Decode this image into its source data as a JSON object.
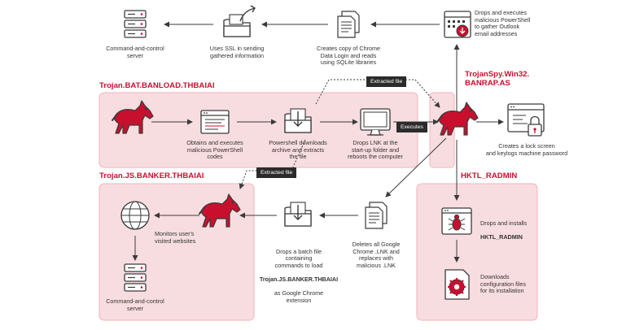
{
  "colors": {
    "accent": "#c8102e",
    "panel_fill": "#f8dde0",
    "panel_stroke": "#f0b3ba",
    "icon_stroke": "#3a3a3a",
    "dark_tag": "#2b2b2b"
  },
  "groups": {
    "bat": "Trojan.BAT.BANLOAD.THBAIAI",
    "js": "Trojan.JS.BANKER.THBAIAI",
    "spy": "TrojanSpy.Win32.\nBANRAP.AS",
    "radmin": "HKTL_RADMIN"
  },
  "tags": {
    "extracted_file_1": "Extracted file",
    "executes": "Executes",
    "extracted_file_2": "Extracted file"
  },
  "captions": {
    "cc_top": "Command-and-control\nserver",
    "ssl": "Uses SSL in sending\ngathered information",
    "chrome_copy": "Creates copy of Chrome\nData Login and reads\nusing SQLite libraries",
    "outlook": "Drops and executes\nmalicious PowerShell\nto gather Outlook\nemail addresses",
    "obtains": "Obtains and executes\nmalicious PowerShell\ncodes",
    "ps_download": "Powershell downloads\narchive and extracts\nthe file",
    "lnk_startup": "Drops LNK at the\nstart-up folder and\nreboots the computer",
    "lock_screen": "Creates a lock screen\nand keylogs machine password",
    "monitors": "Monitors user's\nvisited websites",
    "batch_pre": "Drops a batch file\ncontaining\ncommands to load",
    "batch_bold": "Trojan.JS.BANKER.THBAIAI",
    "batch_post": "as Google Chrome\nextension",
    "deletes": "Deletes all Google\nChrome .LNK and\nreplaces with\nmalicious .LNK",
    "installs_pre": "Drops and installs",
    "installs_bold": "HKTL_RADMIN",
    "downloads_config": "Downloads\nconfiguration files\nfor its installation",
    "cc_bottom": "Command-and-control\nserver"
  }
}
